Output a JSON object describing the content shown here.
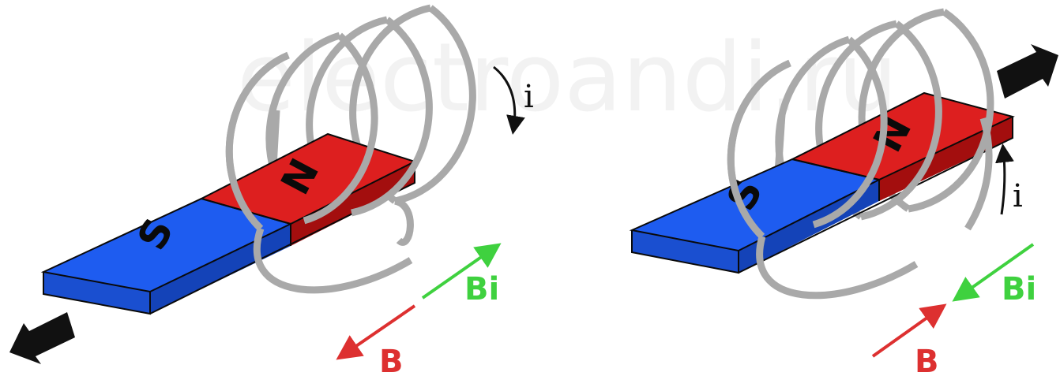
{
  "watermark": "electroandi.ru",
  "colors": {
    "north_pole": "#dd1f1f",
    "south_pole": "#1e5cf0",
    "coil_wire": "#a9a9a9",
    "induced_field": "#3fd13f",
    "magnet_field": "#dd3030",
    "motion_arrow": "#111111"
  },
  "left_panel": {
    "magnet": {
      "south_label": "S",
      "north_label": "N"
    },
    "current_label": "i",
    "induced_field_label": "Bi",
    "magnet_field_label": "B",
    "motion_icon": "arrow-left-down-icon"
  },
  "right_panel": {
    "magnet": {
      "south_label": "S",
      "north_label": "N"
    },
    "current_label": "i",
    "induced_field_label": "Bi",
    "magnet_field_label": "B",
    "motion_icon": "arrow-right-up-icon"
  }
}
